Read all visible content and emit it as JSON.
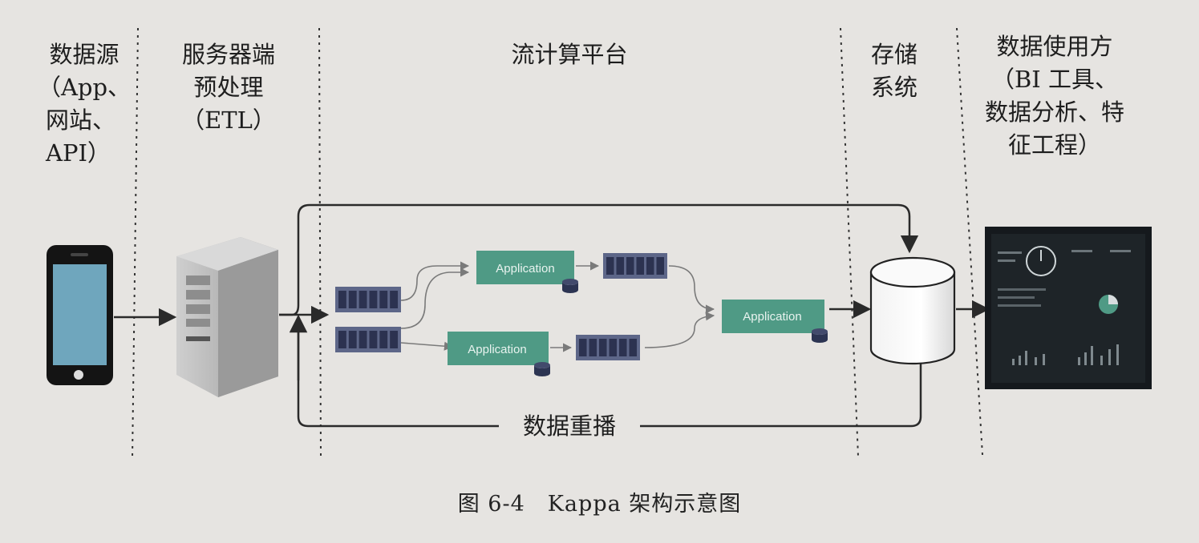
{
  "columns": [
    {
      "id": "source",
      "lines": [
        "数据源",
        "（App、",
        "网站、",
        "API）"
      ]
    },
    {
      "id": "server",
      "lines": [
        "服务器端",
        "预处理",
        "（ETL）"
      ]
    },
    {
      "id": "stream",
      "lines": [
        "流计算平台"
      ]
    },
    {
      "id": "storage",
      "lines": [
        "存储",
        "系统"
      ]
    },
    {
      "id": "consumer",
      "lines": [
        "数据使用方",
        "（BI 工具、",
        "数据分析、特",
        "征工程）"
      ]
    }
  ],
  "nodes": {
    "application_label": "Application"
  },
  "replay_label": "数据重播",
  "caption": "图 6-4　Kappa 架构示意图",
  "colors": {
    "background": "#e6e4e1",
    "application": "#4f9a85",
    "queue": "#343a5c",
    "line": "#2a2a2a"
  }
}
